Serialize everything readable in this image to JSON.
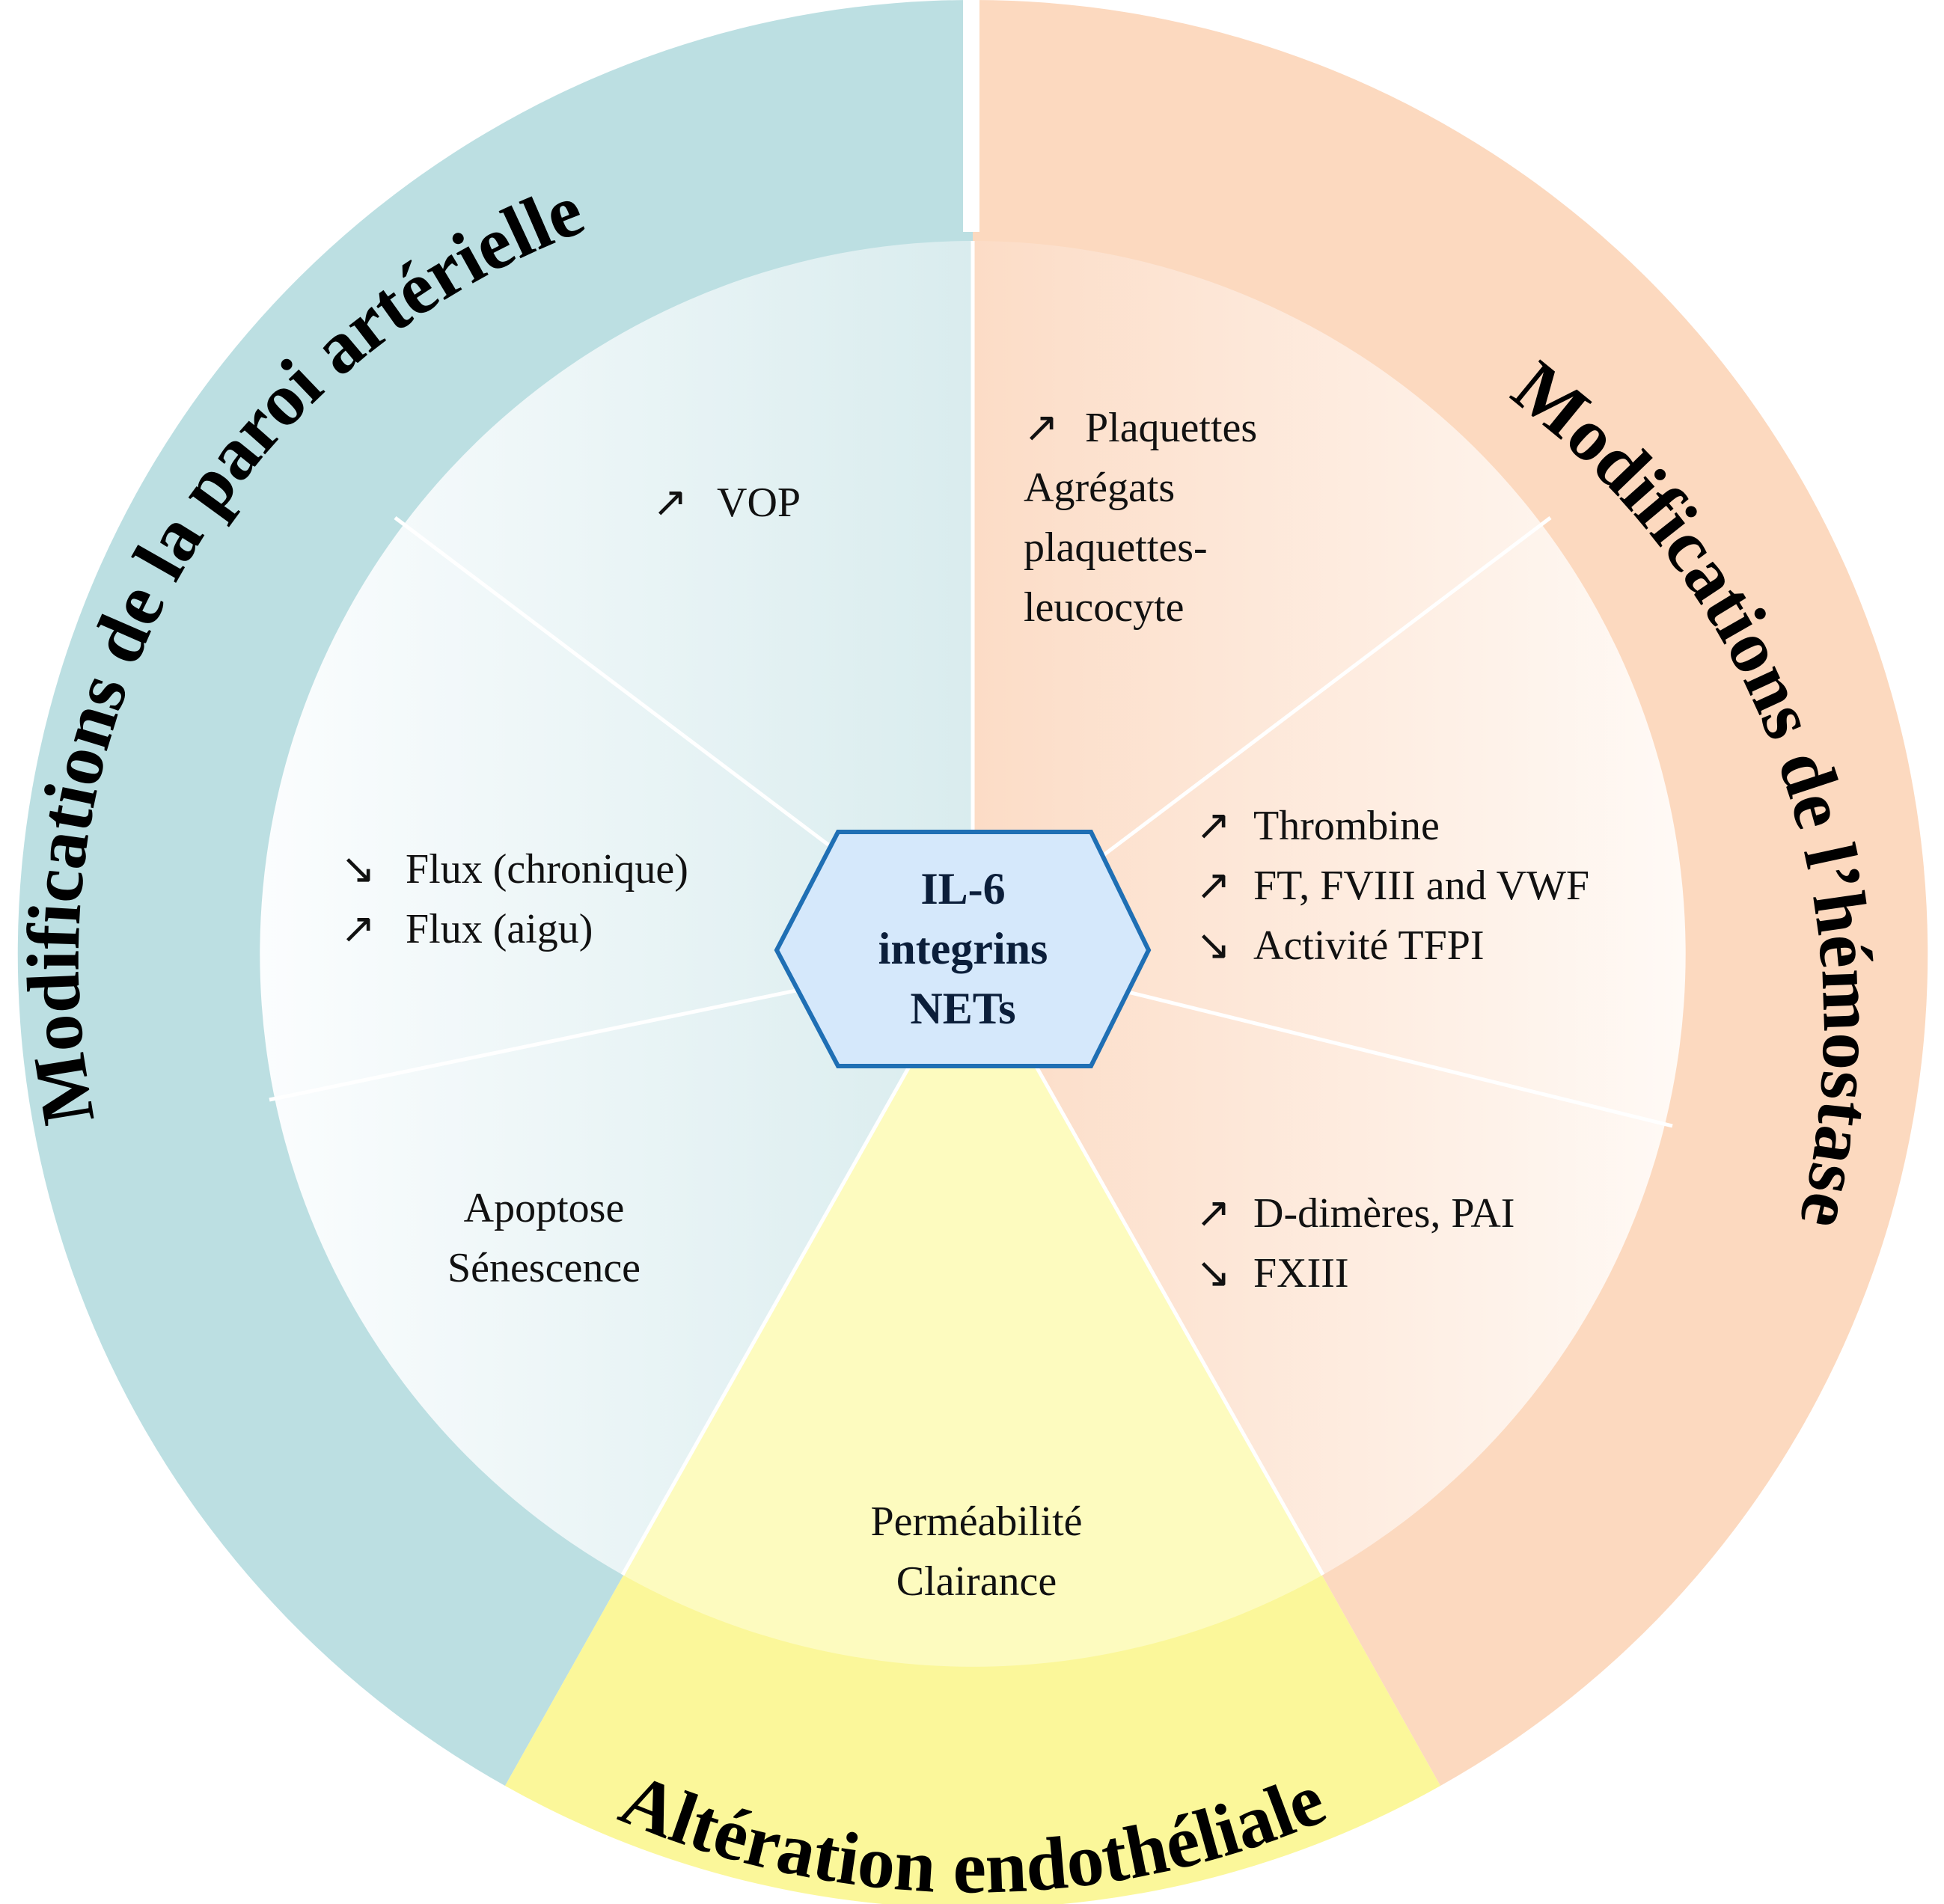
{
  "colors": {
    "outer_left": "#bcdfe2",
    "outer_right": "#fcd9bf",
    "outer_bottom": "#fbf79a",
    "inner_left": "#e3f1f3",
    "inner_right": "#fde3d2",
    "inner_bottom": "#fdfbbf",
    "hexagon_fill": "#d5e8fb",
    "hexagon_stroke": "#1f6fb4"
  },
  "ring_titles": {
    "left": "Modifications de la paroi artérielle",
    "right": "Modifications de l’hémostase",
    "bottom": "Altération endothéliale"
  },
  "center": {
    "line1": "IL-6",
    "line2": "integrins",
    "line3": "NETs"
  },
  "segments": {
    "vop": {
      "arrow": "↗",
      "text": "VOP"
    },
    "flux": {
      "line1_arrow": "↘",
      "line1": "Flux (chronique)",
      "line2_arrow": "↗",
      "line2": "Flux (aigu)"
    },
    "apoptose": {
      "line1": "Apoptose",
      "line2": "Sénescence"
    },
    "plaquettes": {
      "arrow": "↗",
      "line1": "Plaquettes",
      "line2": "Agrégats",
      "line3": "plaquettes-",
      "line4": "leucocyte"
    },
    "thrombine": {
      "line1_arrow": "↗",
      "line1": "Thrombine",
      "line2_arrow": "↗",
      "line2": "FT, FVIII and VWF",
      "line3_arrow": "↘",
      "line3": "Activité TFPI"
    },
    "ddimeres": {
      "line1_arrow": "↗",
      "line1": "D-dimères, PAI",
      "line2_arrow": "↘",
      "line2": "FXIII"
    },
    "permeabilite": {
      "line1": "Perméabilité",
      "line2": "Clairance"
    }
  }
}
